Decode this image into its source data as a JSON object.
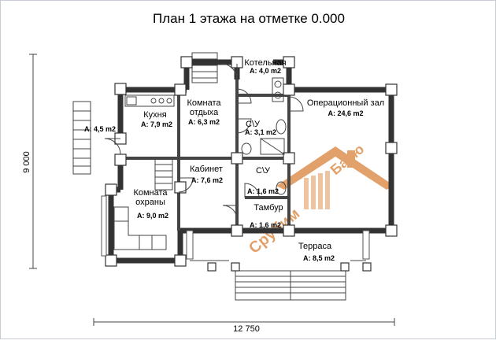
{
  "title": "План 1 этажа на отметке 0.000",
  "dimensions": {
    "width": "12 750",
    "height": "9 000"
  },
  "rooms": [
    {
      "name": "Котельная",
      "area": "A: 4,0 m2"
    },
    {
      "name": "Кухня",
      "area": "A: 7,9 m2"
    },
    {
      "name": "Комната\nотдыха",
      "area": "A: 6,3 m2"
    },
    {
      "name": "Операционный зал",
      "area": "A: 24,6 m2"
    },
    {
      "name": "",
      "area": "A: 4,5 m2"
    },
    {
      "name": "С\\У",
      "area": "A: 3,1 m2"
    },
    {
      "name": "Кабинет",
      "area": "A: 7,6 m2"
    },
    {
      "name": "С\\У",
      "area": "A: 1,6 m2"
    },
    {
      "name": "Комната\nохраны",
      "area": "A: 9,0 m2"
    },
    {
      "name": "Тамбур",
      "area": "A: 1,6 m2"
    },
    {
      "name": "Терраса",
      "area": "A: 8,5 m2"
    }
  ],
  "watermark": {
    "text": "СрубимБаню",
    "color": "#d9823a"
  }
}
